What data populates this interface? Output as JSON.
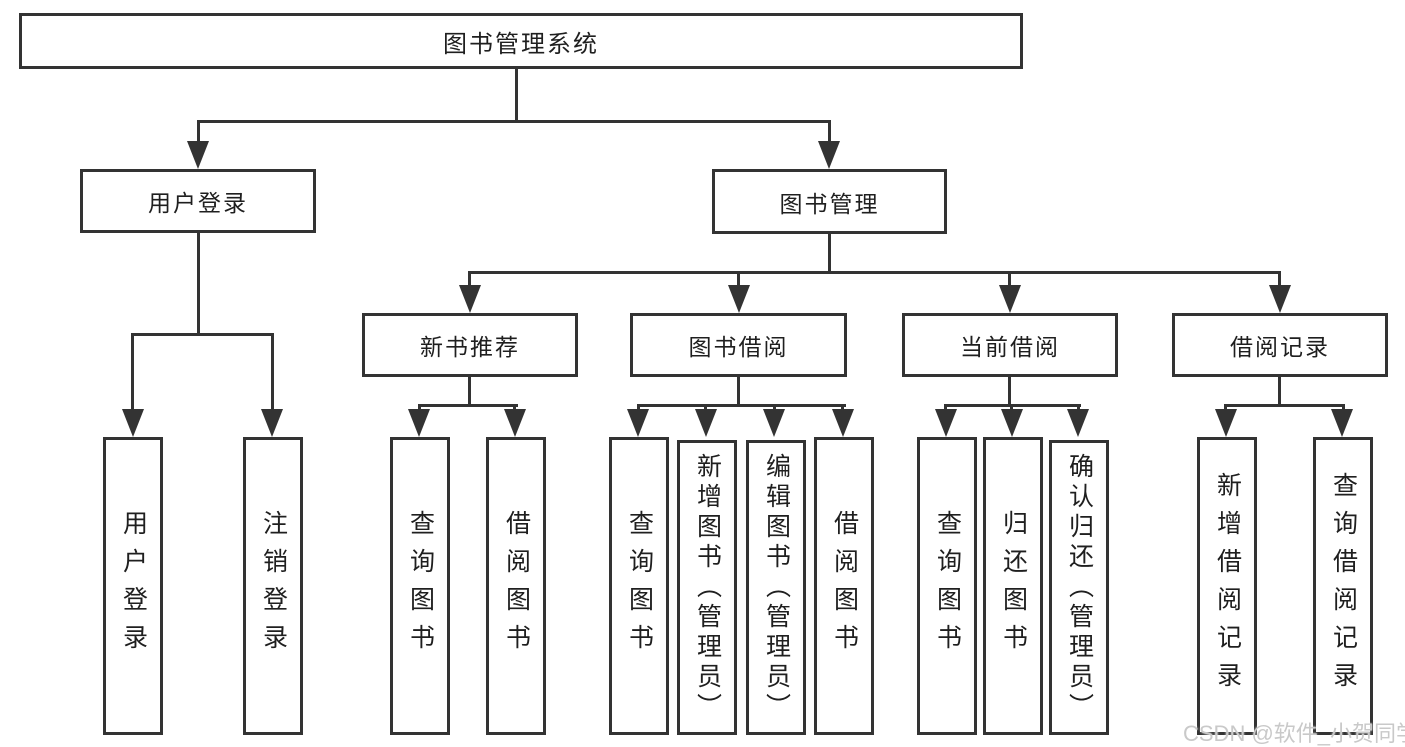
{
  "diagram": {
    "root": {
      "label": "图书管理系统"
    },
    "level2": [
      {
        "label": "用户登录"
      },
      {
        "label": "图书管理"
      }
    ],
    "level3": [
      {
        "label": "新书推荐"
      },
      {
        "label": "图书借阅"
      },
      {
        "label": "当前借阅"
      },
      {
        "label": "借阅记录"
      }
    ],
    "leaves": {
      "user_login": [
        {
          "label": "用户登录"
        },
        {
          "label": "注销登录"
        }
      ],
      "new_book": [
        {
          "label": "查询图书"
        },
        {
          "label": "借阅图书"
        }
      ],
      "book_borrow": [
        {
          "label": "查询图书"
        },
        {
          "label": "新增图书（管理员）"
        },
        {
          "label": "编辑图书（管理员）"
        },
        {
          "label": "借阅图书"
        }
      ],
      "current_borrow": [
        {
          "label": "查询图书"
        },
        {
          "label": "归还图书"
        },
        {
          "label": "确认归还（管理员）"
        }
      ],
      "borrow_record": [
        {
          "label": "新增借阅记录"
        },
        {
          "label": "查询借阅记录"
        }
      ]
    }
  },
  "watermark": {
    "text": "CSDN @软件_小贺同学"
  },
  "colors": {
    "line": "#333333",
    "text": "#1f1f1f",
    "watermark": "#c9c9c9",
    "background": "#ffffff"
  }
}
